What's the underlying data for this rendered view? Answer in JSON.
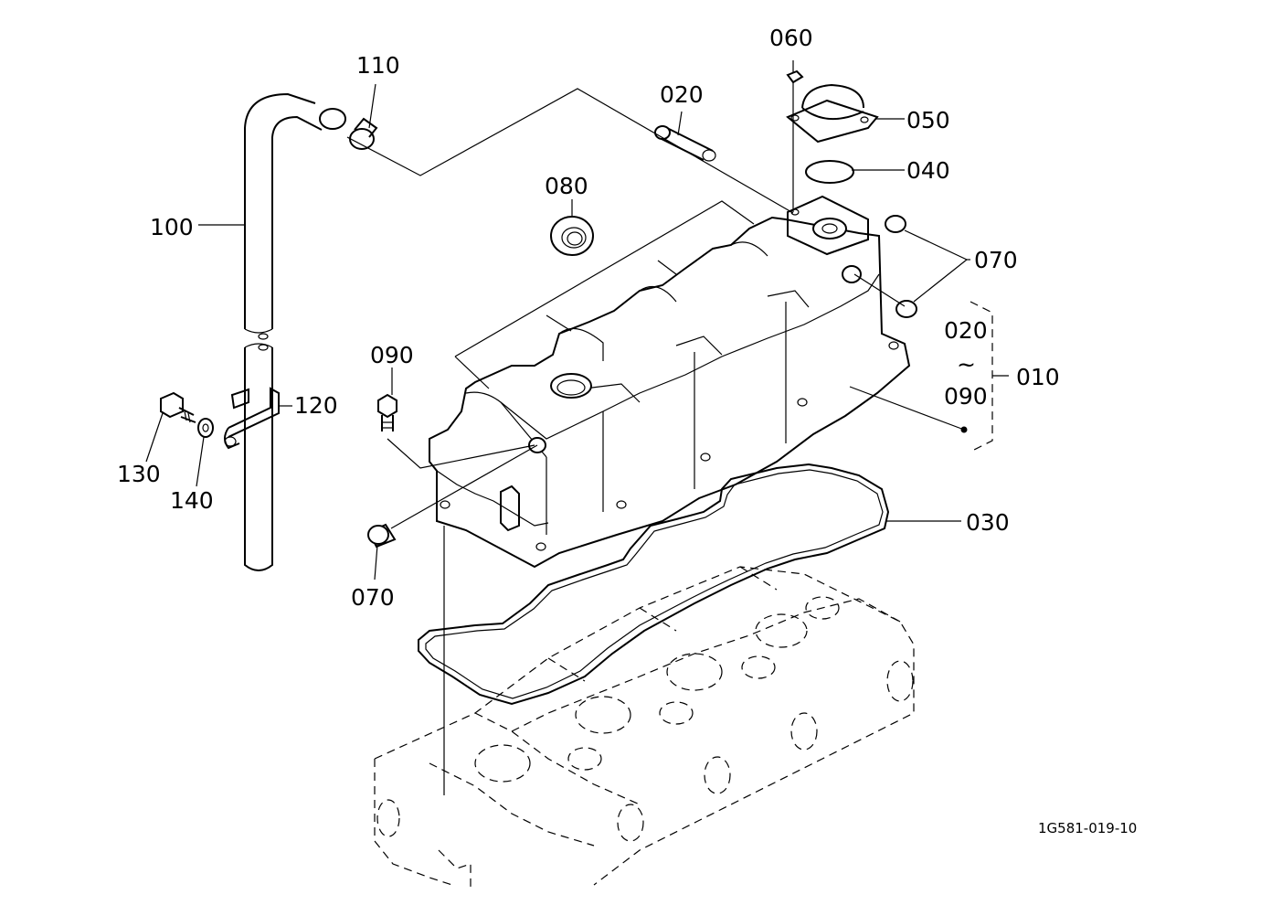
{
  "labels": {
    "p010": "010",
    "p020": "020",
    "p030": "030",
    "p040": "040",
    "p050": "050",
    "p060": "060",
    "p070a": "070",
    "p070b": "070",
    "p080": "080",
    "p090": "090",
    "p100": "100",
    "p110": "110",
    "p120": "120",
    "p130": "130",
    "p140": "140",
    "range_from": "020",
    "range_sep": "~",
    "range_to": "090"
  },
  "drawing_code": "1G581-019-10"
}
